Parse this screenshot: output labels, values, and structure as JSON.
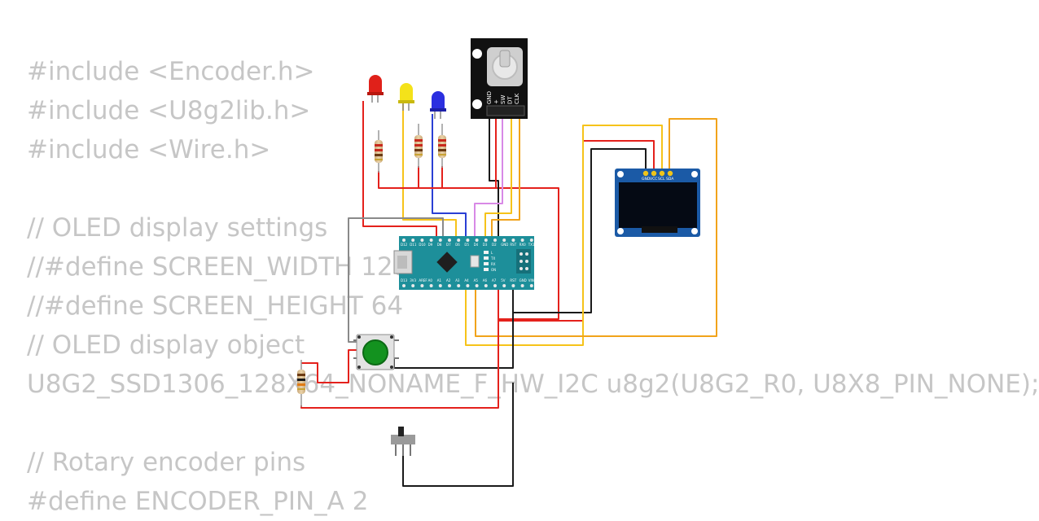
{
  "code": {
    "lines": [
      "#include <Encoder.h>",
      "#include <U8g2lib.h>",
      "#include <Wire.h>",
      "",
      "// OLED display settings",
      "//#define SCREEN_WIDTH 128",
      "//#define SCREEN_HEIGHT 64",
      "// OLED display object",
      "U8G2_SSD1306_128X64_NONAME_F_HW_I2C u8g2(U8G2_R0, U8X8_PIN_NONE);",
      "",
      "// Rotary encoder pins",
      "#define ENCODER_PIN_A 2"
    ]
  },
  "encoder": {
    "pins": [
      "GND",
      "+",
      "SW",
      "DT",
      "CLK"
    ]
  },
  "oled": {
    "pins": [
      "GND",
      "VCC",
      "SCL",
      "SDA"
    ]
  },
  "nano": {
    "top_pins": [
      "D12",
      "D11",
      "D10",
      "D9",
      "D8",
      "D7",
      "D6",
      "D5",
      "D4",
      "D3",
      "D2",
      "GND",
      "RST",
      "RX0",
      "TX1"
    ],
    "bottom_pins": [
      "D13",
      "3V3",
      "AREF",
      "A0",
      "A1",
      "A2",
      "A3",
      "A4",
      "A5",
      "A6",
      "A7",
      "5V",
      "RST",
      "GND",
      "VIN"
    ],
    "led_labels": [
      "L",
      "TX",
      "RX",
      "ON"
    ]
  },
  "colors": {
    "wire_red": "#e4211c",
    "wire_yellow": "#f6c31a",
    "wire_orange": "#f1a31b",
    "wire_black": "#1a1a1a",
    "wire_gray": "#8a8a8a",
    "wire_blue": "#2a3fd4",
    "wire_violet": "#d889e6",
    "nano_board": "#1d8f9a",
    "oled_board": "#1b5aa6",
    "led_red": "#e0211a",
    "led_yellow": "#f4e21a",
    "led_blue": "#2b2fe0",
    "button_cap": "#13921f"
  }
}
